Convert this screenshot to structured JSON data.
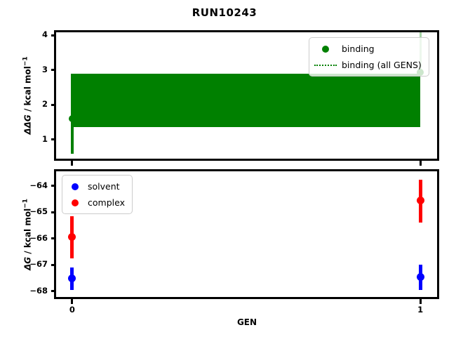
{
  "title": "RUN10243",
  "colors": {
    "binding_green": "#008000",
    "pale_green": "#a6d4a6",
    "solvent_blue": "#0000ff",
    "complex_red": "#ff0000",
    "axis_black": "#000000"
  },
  "chart_data": [
    {
      "type": "scatter",
      "panel": "top",
      "ylabel": "ΔΔG / kcal mol⁻¹",
      "ylabel_parts": {
        "italic": "ΔΔG",
        "rest": " / kcal mol",
        "sup": "−1"
      },
      "yticks": [
        1,
        2,
        3,
        4
      ],
      "ylim": [
        0.45,
        4.09
      ],
      "xticks": [
        0,
        1
      ],
      "xtick_labels_visible": false,
      "xlim": [
        -0.046,
        1.048
      ],
      "grid": false,
      "legend_position": "upper right",
      "legend": [
        {
          "label": "binding",
          "marker": "dot",
          "color": "#008000"
        },
        {
          "label": "binding (all GENS)",
          "marker": "dotted-line",
          "color": "#008000"
        }
      ],
      "band": {
        "series": "binding (all GENS)",
        "x": [
          0,
          1
        ],
        "lo": 1.36,
        "hi": 2.9,
        "color": "#008000"
      },
      "series": [
        {
          "name": "binding",
          "color": "#008000",
          "points": [
            {
              "x": 0,
              "y": 1.6,
              "err": [
                0.6,
                2.9
              ],
              "err_color": "#008000"
            },
            {
              "x": 1,
              "y": 2.93,
              "err": [
                2.93,
                4.09
              ],
              "err_color": "#a6d4a6",
              "err_width": 3,
              "err_clipped_top": true
            }
          ]
        }
      ]
    },
    {
      "type": "scatter",
      "panel": "bottom",
      "ylabel": "ΔG / kcal mol⁻¹",
      "ylabel_parts": {
        "italic": "ΔG",
        "rest": " / kcal mol",
        "sup": "−1"
      },
      "xlabel": "GEN",
      "yticks": [
        -64,
        -65,
        -66,
        -67,
        -68
      ],
      "ylim": [
        -68.22,
        -63.44
      ],
      "xticks": [
        0,
        1
      ],
      "xtick_labels_visible": true,
      "xlim": [
        -0.046,
        1.048
      ],
      "grid": false,
      "legend_position": "upper left",
      "legend": [
        {
          "label": "solvent",
          "marker": "dot",
          "color": "#0000ff"
        },
        {
          "label": "complex",
          "marker": "dot",
          "color": "#ff0000"
        }
      ],
      "series": [
        {
          "name": "solvent",
          "color": "#0000ff",
          "points": [
            {
              "x": 0,
              "y": -67.5,
              "err": [
                -67.95,
                -67.1
              ]
            },
            {
              "x": 1,
              "y": -67.45,
              "err": [
                -67.95,
                -67.0
              ]
            }
          ]
        },
        {
          "name": "complex",
          "color": "#ff0000",
          "points": [
            {
              "x": 0,
              "y": -65.95,
              "err": [
                -66.75,
                -65.15
              ]
            },
            {
              "x": 1,
              "y": -64.55,
              "err": [
                -65.4,
                -63.75
              ]
            }
          ]
        }
      ]
    }
  ]
}
